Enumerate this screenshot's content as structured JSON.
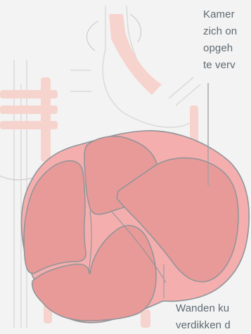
{
  "callouts": {
    "top": {
      "lines": [
        "Kamer",
        "zich on",
        "opgeh",
        "te verv"
      ]
    },
    "bottom": {
      "lines": [
        "Wanden ku",
        "verdikken d"
      ]
    }
  },
  "colors": {
    "background": "#f3f3f3",
    "outline": "#8f9498",
    "heart_outer": "#f4aeae",
    "heart_chamber": "#e89a98",
    "faded_vessels": "#f6d4cd",
    "leader_line": "#9aa0a4",
    "text": "#5e6a72"
  }
}
